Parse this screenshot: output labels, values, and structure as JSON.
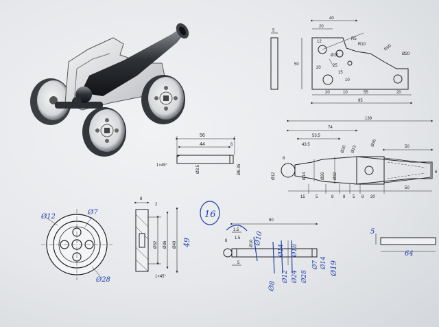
{
  "colors": {
    "paper": "#e9ebee",
    "ink": "#1e1e1e",
    "pen": "#1f3fae"
  },
  "icons": {
    "cannon": "cannon-render-icon"
  },
  "plate": {
    "thickness": "5",
    "height": "50",
    "top_total": "40",
    "top_inner": "20",
    "radius_a": "R5",
    "radius_b": "R10",
    "dia_hole": "Ø10",
    "dim_12": "12",
    "dim_25": "25",
    "dim_15": "15",
    "dim_20": "20",
    "dim_10": "10",
    "r60": "R60",
    "dia_20": "Ø20",
    "bottom_20": "20",
    "bottom_55": "55",
    "bottom_10": "10",
    "bottom_20b": "20",
    "overall": "95"
  },
  "axle": {
    "length_total": "56",
    "length_inner": "44",
    "step": "6",
    "chamfer": "1×45°",
    "dia_small": "Ø3.5",
    "dia_large": "Ø6.35"
  },
  "barrel": {
    "overall": "139",
    "len_74": "74",
    "len_53": "53.5",
    "len_43": "43.5",
    "len_50": "50",
    "d_top_20": "Ø20",
    "d_top_23": "Ø23",
    "d_top_36": "Ø36",
    "d_left_12": "Ø12",
    "d_left_14": "Ø14",
    "d_left_8": "8",
    "d_26": "Ø26",
    "d_32": "Ø32",
    "bottom": [
      "15",
      "5",
      "8",
      "8",
      "5",
      "8",
      "20",
      "50"
    ],
    "right_6": "6"
  },
  "wheel": {
    "dia_label": "Ø12",
    "bolt": "Ø7",
    "rim": "Ø28"
  },
  "wheel_section": {
    "width": "8",
    "hub": "2",
    "d_inner": "Ø32",
    "d_mid": "Ø36",
    "d_outer": "Ø49",
    "chamfer": "1×45°"
  },
  "handle": {
    "length": "80",
    "d_small": "Ø10",
    "d_left": "8",
    "d_left2": "1.5",
    "short": "5",
    "tag": "1.5"
  },
  "handwritten": {
    "circled_number": "16",
    "side_49": "49",
    "d_8": "Ø8",
    "d_10": "Ø10",
    "d_14": "Ø14",
    "d_18": "Ø18",
    "d_12": "Ø12",
    "d_24": "Ø24",
    "d_28": "Ø28",
    "d_7": "Ø7",
    "d_14b": "Ø14",
    "d_19": "Ø19",
    "len_64": "64",
    "plate_5": "5"
  }
}
